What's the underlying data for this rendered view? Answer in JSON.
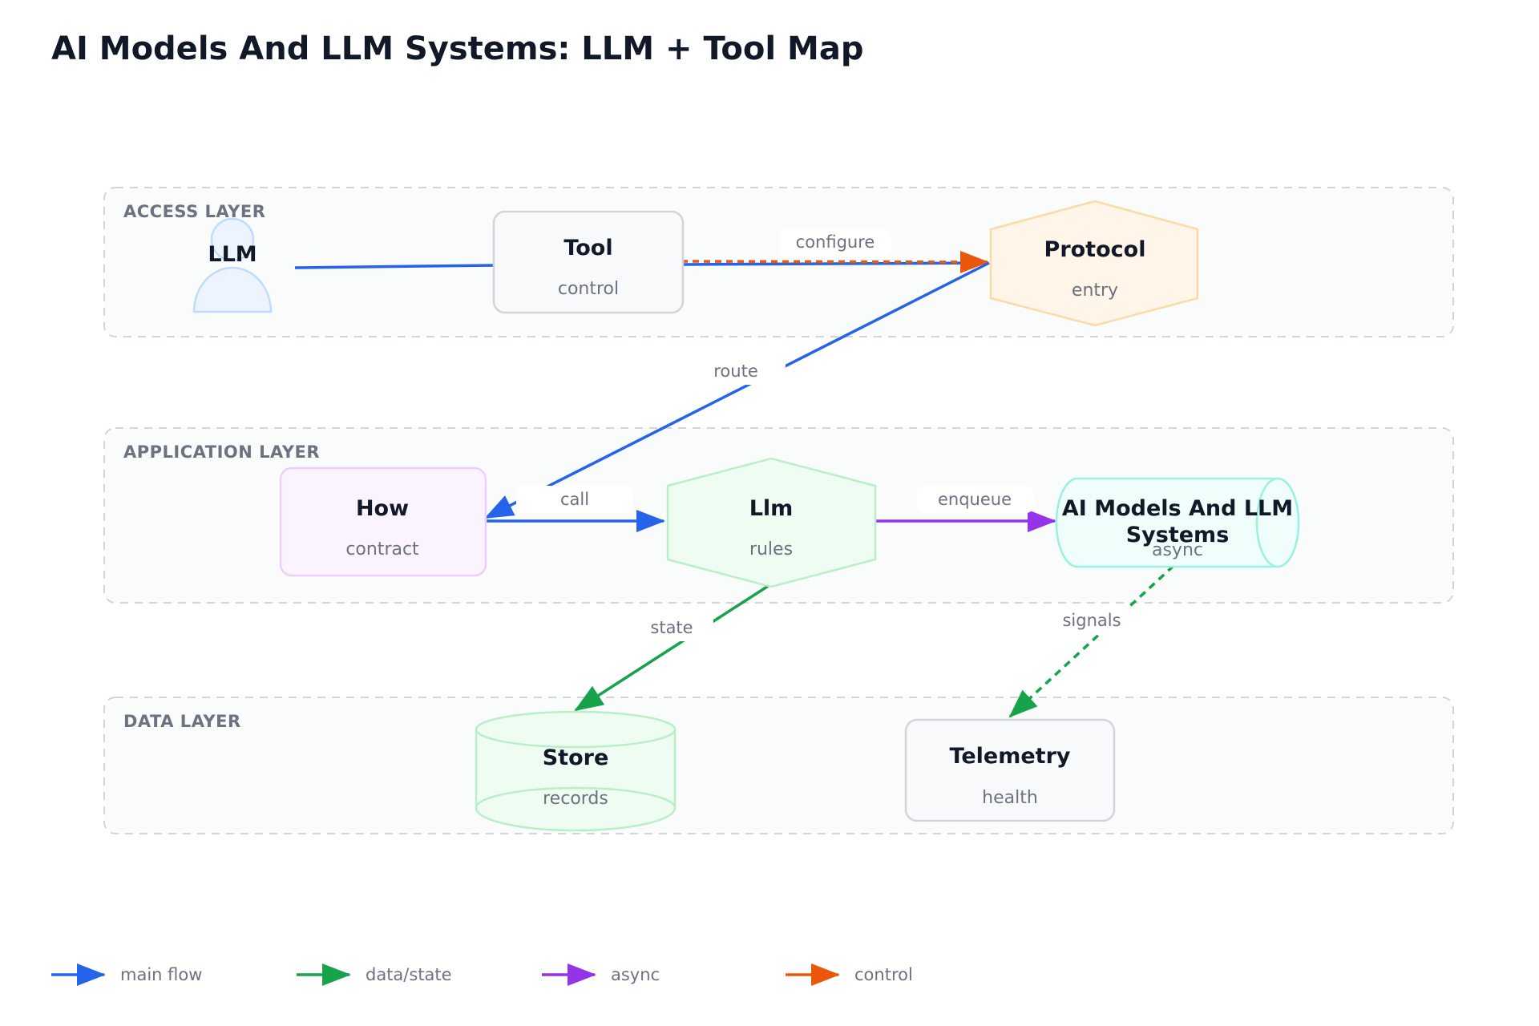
{
  "title": "AI Models And LLM Systems: LLM + Tool Map",
  "layers": {
    "access": "ACCESS LAYER",
    "application": "APPLICATION LAYER",
    "data": "DATA LAYER"
  },
  "nodes": {
    "llm": {
      "title": "LLM"
    },
    "tool": {
      "title": "Tool",
      "subtitle": "control"
    },
    "protocol": {
      "title": "Protocol",
      "subtitle": "entry"
    },
    "how": {
      "title": "How",
      "subtitle": "contract"
    },
    "llm_rules": {
      "title": "Llm",
      "subtitle": "rules"
    },
    "ai_models": {
      "title_line1": "AI Models And LLM",
      "title_line2": "Systems",
      "subtitle": "async"
    },
    "store": {
      "title": "Store",
      "subtitle": "records"
    },
    "telemetry": {
      "title": "Telemetry",
      "subtitle": "health"
    }
  },
  "edges": {
    "configure": "configure",
    "route": "route",
    "call": "call",
    "enqueue": "enqueue",
    "state": "state",
    "signals": "signals"
  },
  "colors": {
    "main_flow": "#2563eb",
    "data_state": "#16a34a",
    "async": "#9333ea",
    "control": "#ea580c"
  },
  "legend": [
    {
      "label": "main flow",
      "color": "#2563eb"
    },
    {
      "label": "data/state",
      "color": "#16a34a"
    },
    {
      "label": "async",
      "color": "#9333ea"
    },
    {
      "label": "control",
      "color": "#ea580c"
    }
  ]
}
